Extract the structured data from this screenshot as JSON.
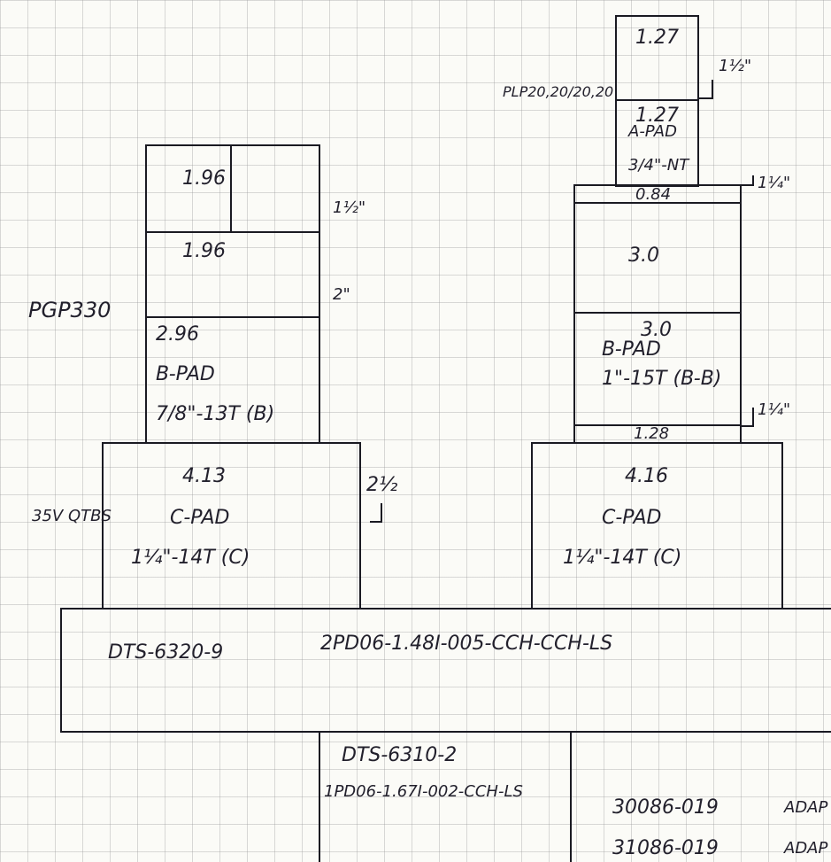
{
  "left_stack": {
    "label": "PGP330",
    "box1": {
      "value": "1.96"
    },
    "box2": {
      "value": "1.96"
    },
    "dim1": "1½\"",
    "dim2": "2\"",
    "box3": {
      "value": "2.96",
      "line2": "B-PAD",
      "line3": "7/8\"-13T (B)"
    },
    "base": {
      "value": "4.13",
      "line2": "C-PAD",
      "line3": "1¼\"-14T (C)"
    },
    "base_label": "35V QTBS",
    "base_dim": "2½"
  },
  "right_stack": {
    "label": "PLP20,20/20,20",
    "box1": {
      "value": "1.27"
    },
    "dim1": "1½\"",
    "box2": {
      "value": "1.27",
      "line2": "A-PAD",
      "line3": "3/4\"-NT"
    },
    "box3": {
      "value": "0.84"
    },
    "dim2": "1¼\"",
    "box4": {
      "value": "3.0"
    },
    "box5": {
      "value": "3.0",
      "line2": "B-PAD",
      "line3": "1\"-15T (B-B)"
    },
    "dim3": "1¼\"",
    "box6": {
      "value": "1.28"
    },
    "base": {
      "value": "4.16",
      "line2": "C-PAD",
      "line3": "1¼\"-14T (C)"
    }
  },
  "manifold": {
    "left": "DTS-6320-9",
    "right": "2PD06-1.48I-005-CCH-CCH-LS"
  },
  "subplate": {
    "line1": "DTS-6310-2",
    "line2": "1PD06-1.67I-002-CCH-LS"
  },
  "notes": [
    {
      "part": "30086-019",
      "text": "ADAP"
    },
    {
      "part": "31086-019",
      "text": "ADAP"
    }
  ]
}
